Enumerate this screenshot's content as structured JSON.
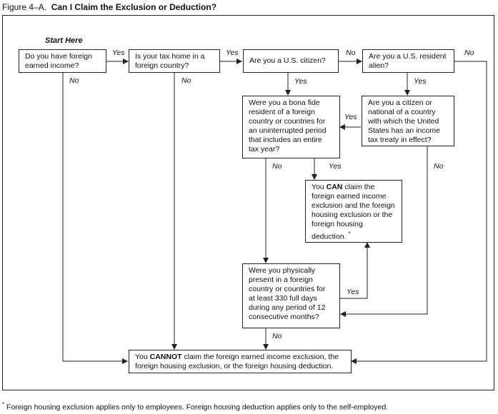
{
  "figure": {
    "number": "Figure 4–A.",
    "title": "Can I Claim the Exclusion or Deduction?"
  },
  "start_label": "Start Here",
  "nodes": {
    "q_foreign_income": "Do you have foreign earned income?",
    "q_tax_home": "Is your tax home in a foreign country?",
    "q_us_citizen": "Are you a U.S. citizen?",
    "q_resident_alien": "Are you a U.S. resident alien?",
    "q_bona_fide": "Were you a bona fide resident of a foreign country or countries for an uninterrupted period that includes an entire tax year?",
    "q_treaty": "Are you a citizen or national of a country with which the United States has an income tax treaty in effect?",
    "r_can_claim_pre": "You",
    "r_can_claim_bold": "CAN",
    "r_can_claim_post": "claim the foreign earned income exclusion and the foreign housing exclusion or the foreign housing deduction.",
    "r_can_claim_mark": "*",
    "q_physical_presence": "Were you physically present in a foreign country or countries for at least 330 full days during any period of 12 consecutive months?",
    "r_cannot_pre": "You",
    "r_cannot_bold": "CANNOT",
    "r_cannot_post": "claim the foreign earned income exclusion, the foreign housing exclusion, or the foreign housing deduction."
  },
  "edge_labels": {
    "yes": "Yes",
    "no": "No"
  },
  "footnote": {
    "mark": "*",
    "text": "Foreign housing exclusion applies only to employees. Foreign housing deduction applies only to the self-employed."
  }
}
